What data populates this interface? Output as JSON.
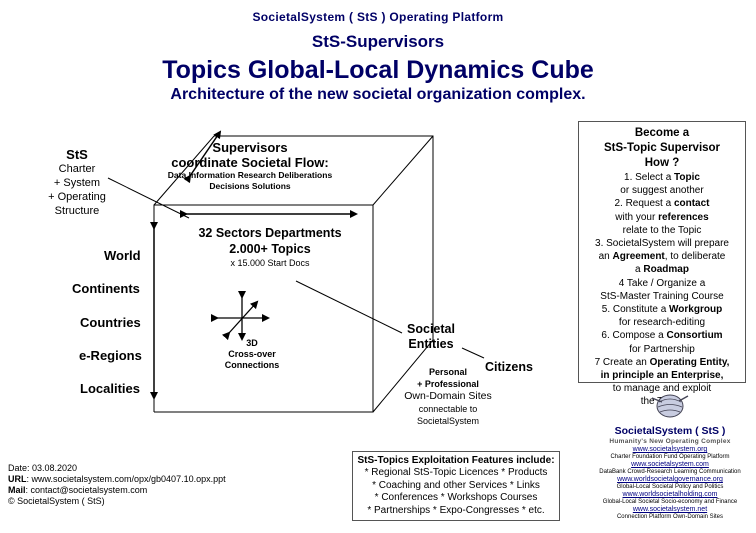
{
  "header": {
    "platform": "SocietalSystem ( StS ) Operating Platform",
    "supervisors": "StS-Supervisors",
    "title": "Topics Global-Local Dynamics Cube",
    "subtitle": "Architecture of the new societal organization complex."
  },
  "sts_block": {
    "title": "StS",
    "lines": [
      "Charter",
      "+ System",
      "+ Operating",
      "Structure"
    ]
  },
  "top_face": {
    "line1": "Supervisors",
    "line2": "coordinate Societal Flow:",
    "line3": "Data Information Research Deliberations",
    "line4": "Decisions Solutions"
  },
  "front_face": {
    "line1": "32 Sectors Departments",
    "line2": "2.000+ Topics",
    "line3": "x 15.000 Start Docs",
    "crossover1": "3D",
    "crossover2": "Cross-over",
    "crossover3": "Connections"
  },
  "levels": [
    "World",
    "Continents",
    "Countries",
    "e-Regions",
    "Localities"
  ],
  "entities": {
    "line1": "Societal",
    "line2": "Entities",
    "citizens": "Citizens",
    "personal1": "Personal",
    "personal2": "+ Professional",
    "personal3": "Own-Domain Sites",
    "personal4": "connectable to",
    "personal5": "SocietalSystem"
  },
  "right_box": {
    "title1": "Become a",
    "title2": "StS-Topic Supervisor",
    "title3": "How ?",
    "s1a": "1. Select a ",
    "s1b": "Topic",
    "s1c": "or suggest another",
    "s2a": "2. Request a ",
    "s2b": "contact",
    "s2c": "with your ",
    "s2d": "references",
    "s2e": "relate to the Topic",
    "s3a": "3. SocietalSystem will prepare",
    "s3b": "an ",
    "s3c": "Agreement",
    "s3d": ", to deliberate",
    "s3e": "a ",
    "s3f": "Roadmap",
    "s4a": "4 Take / Organize a",
    "s4b": "StS-Master Training Course",
    "s5a": "5. Constitute a ",
    "s5b": "Workgroup",
    "s5c": "for research-editing",
    "s6a": "6. Compose a ",
    "s6b": "Consortium",
    "s6c": "for Partnership",
    "s7a": "7 Create an ",
    "s7b": "Operating Entity,",
    "s7c": "in principle an Enterprise,",
    "s7d": "to manage and exploit",
    "s7e": "the Topic."
  },
  "features": {
    "title": "StS-Topics Exploitation Features  include:",
    "l1": "* Regional StS-Topic Licences  * Products",
    "l2": "* Coaching and other Services  * Links",
    "l3": "* Conferences  * Workshops Courses",
    "l4": "* Partnerships  * Expo-Congresses  * etc."
  },
  "logo": {
    "name": "SocietalSystem ( StS )",
    "tagline": "Humanity's New Operating Complex",
    "sites": [
      {
        "url": "www.societalsystem.org",
        "desc": "Charter Foundation Fund Operating Platform"
      },
      {
        "url": "www.societalsystem.com",
        "desc": "DataBank Crowd-Research Learning Communication"
      },
      {
        "url": "www.worldsocietalgovernance.org",
        "desc": "Global-Local Societal Policy and Politics"
      },
      {
        "url": "www.worldsocietalholding.com",
        "desc": "Global-Local Societal Socio-economy and Finance"
      },
      {
        "url": "www.societalsystem.net",
        "desc": "Connection Platform Own-Domain Sites"
      }
    ]
  },
  "footer": {
    "date_label": "Date",
    "date": ": 03.08.2020",
    "url_label": "URL",
    "url": ": www.societalsystem.com/opx/gb0407.10.opx.ppt",
    "mail_label": "Mail",
    "mail": ": contact@societalsystem.com",
    "copyright": "© SocietalSystem ( StS)"
  }
}
